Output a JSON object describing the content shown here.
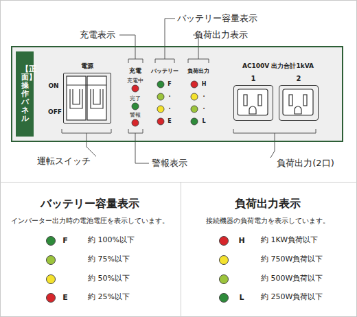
{
  "diagram": {
    "nodes": [
      {
        "text": [
          "【正面】操作パネル"
        ]
      },
      {
        "text": [
          "電源"
        ],
        "in": 0
      },
      {
        "text": [
          "1"
        ],
        "in": 0
      },
      {
        "text": [
          "2"
        ],
        "in": 0
      }
    ],
    "labels": [
      "充電表示",
      "バッテリー容量表示",
      "負荷出力表示",
      "ON",
      "OFF",
      "充電",
      "充電中",
      "完了",
      "警報",
      "バッテリー",
      "F",
      "·",
      "·",
      "E",
      "負荷出力",
      "H",
      "·",
      "·",
      "L",
      "AC100V 出力合計1kVA",
      "運転スイッチ",
      "警報表示",
      "負荷出力(2口)",
      "バッテリー容量表示",
      "インバーター出力時の電池電圧を表示しています。",
      "F",
      "E",
      "負荷出力表示",
      "接続機器の負荷電力を表示しています。",
      "H",
      "L"
    ],
    "legend": [
      {
        "text": "約 100%以下",
        "color": "#2e8b3a"
      },
      {
        "text": "約 75%以下",
        "color": "#9cc43c"
      },
      {
        "text": "約 50%以下",
        "color": "#f4e22e"
      },
      {
        "text": "約 25%以下",
        "color": "#d7262b"
      },
      {
        "text": "約 1KW負荷以下",
        "color": "#d7262b"
      },
      {
        "text": "約 750W負荷以下",
        "color": "#f4e22e"
      },
      {
        "text": "約 500W負荷以下",
        "color": "#9cc43c"
      },
      {
        "text": "約 250W負荷以下",
        "color": "#2e8b3a"
      }
    ]
  }
}
